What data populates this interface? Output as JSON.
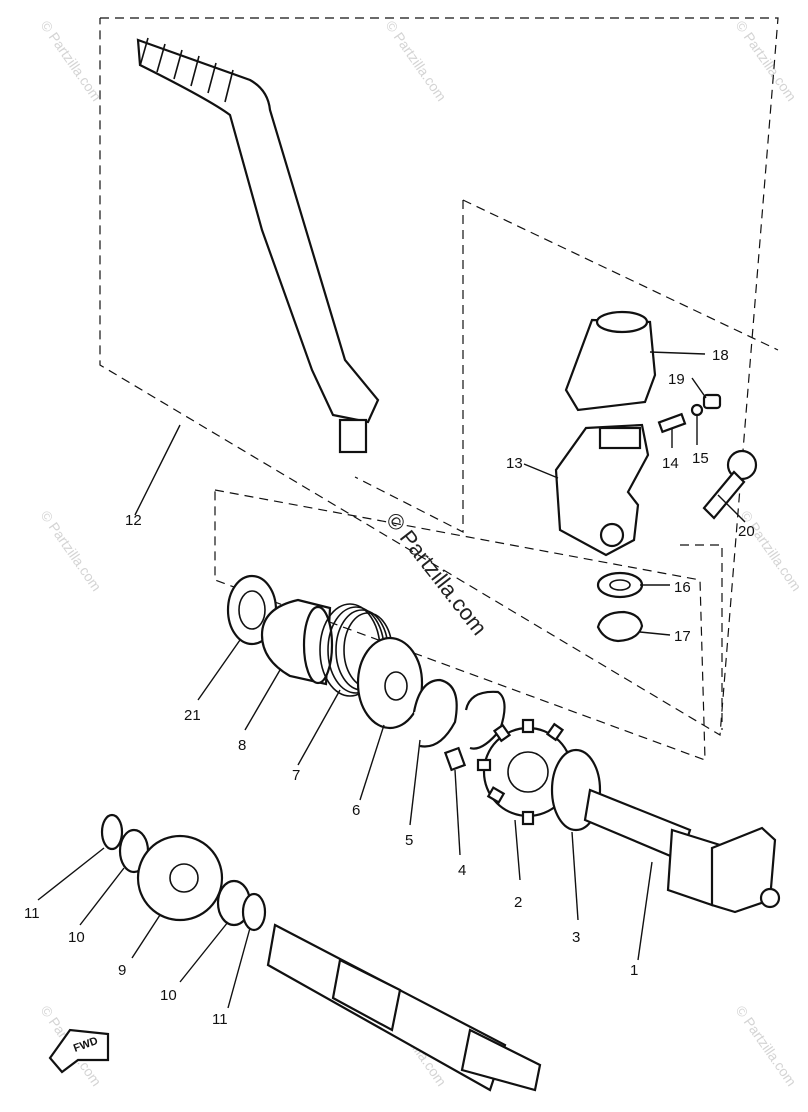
{
  "watermark": {
    "center_text": "© Partzilla.com",
    "corner_text": "© Partzilla.com"
  },
  "labels": {
    "p1": "1",
    "p2": "2",
    "p3": "3",
    "p4": "4",
    "p5": "5",
    "p6": "6",
    "p7": "7",
    "p8": "8",
    "p9": "9",
    "p10a": "10",
    "p10b": "10",
    "p11a": "11",
    "p11b": "11",
    "p12": "12",
    "p13": "13",
    "p14": "14",
    "p15": "15",
    "p16": "16",
    "p17": "17",
    "p18": "18",
    "p19": "19",
    "p20": "20",
    "p21": "21"
  },
  "fwd_marker": "FWD"
}
